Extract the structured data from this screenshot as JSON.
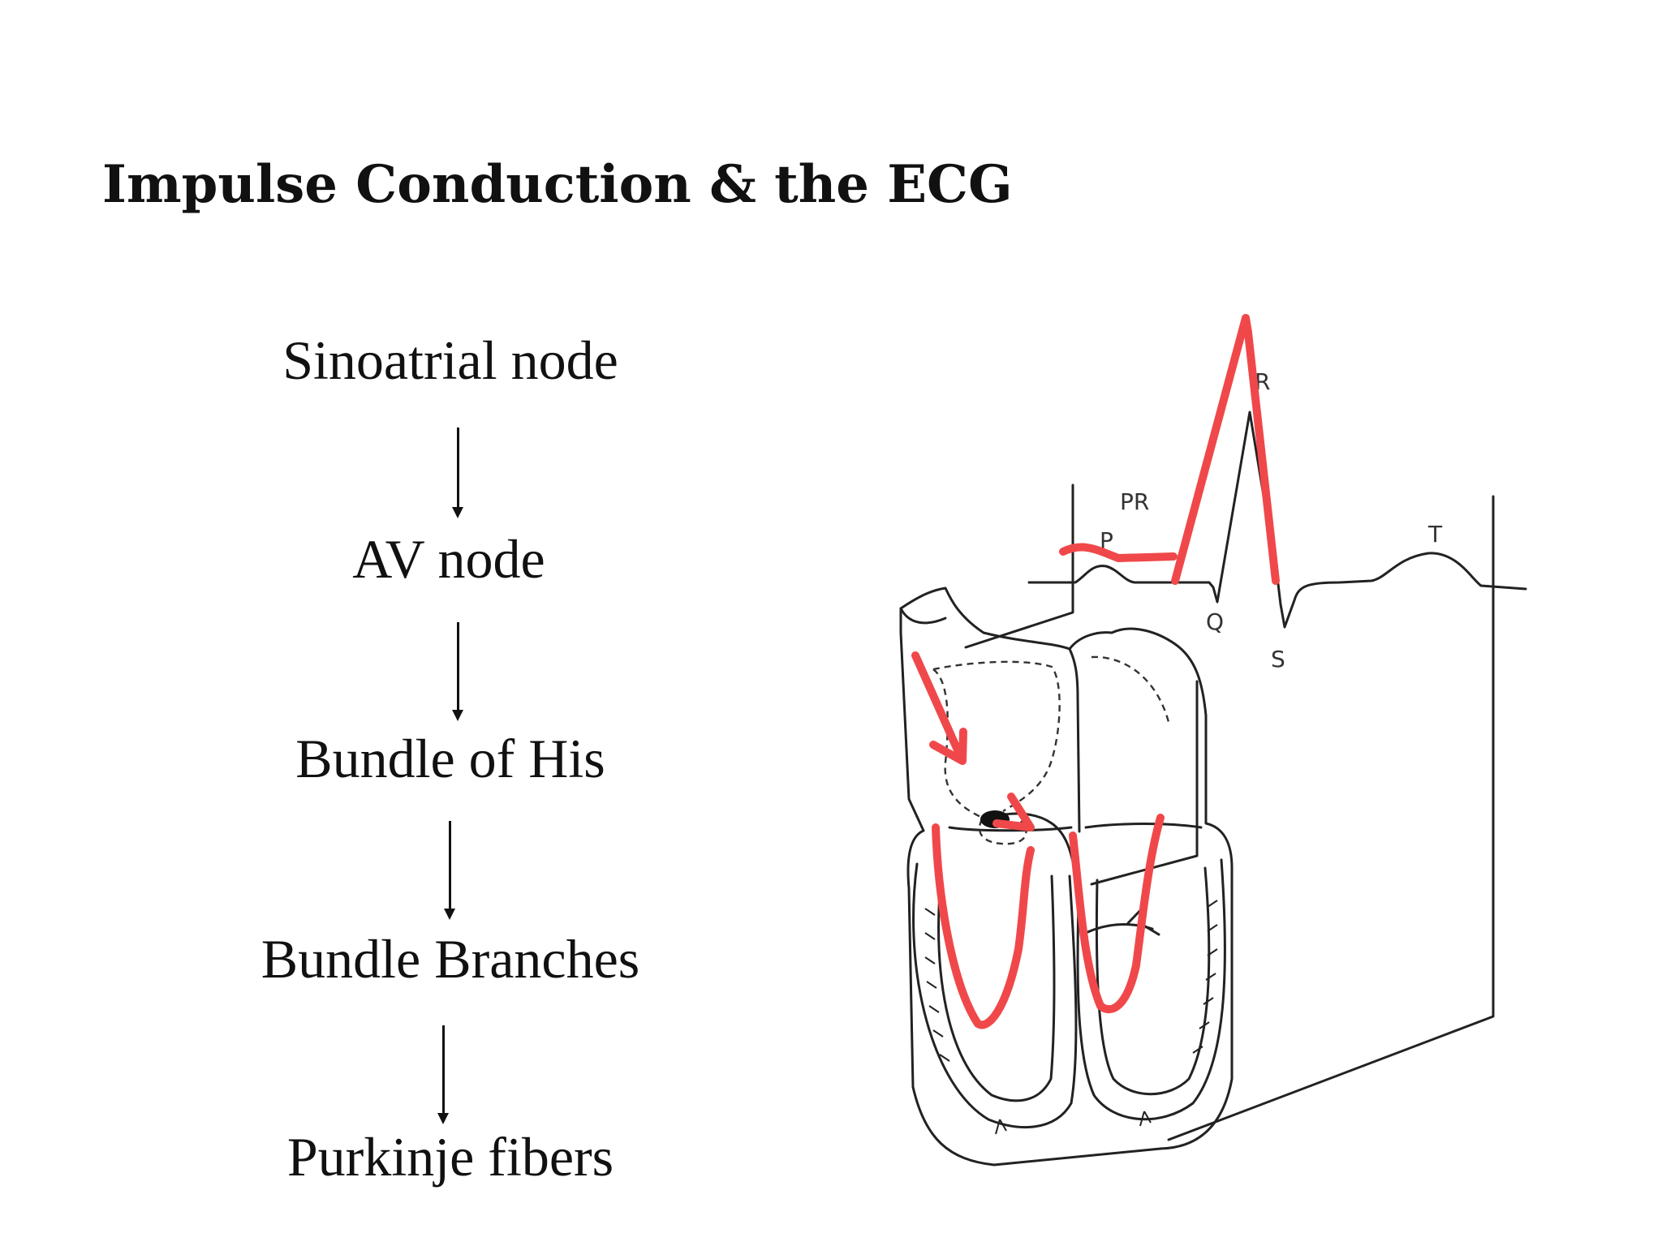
{
  "title": "Impulse Conduction & the ECG",
  "flow": [
    "Sinoatrial node",
    "AV node",
    "Bundle of His",
    "Bundle Branches",
    "Purkinje fibers"
  ],
  "ecg_labels": {
    "pr": "PR",
    "p": "P",
    "r": "R",
    "q": "Q",
    "s": "S",
    "t": "T"
  },
  "colors": {
    "text": "#111111",
    "annotation": "#f0484a",
    "drawing": "#222222"
  }
}
